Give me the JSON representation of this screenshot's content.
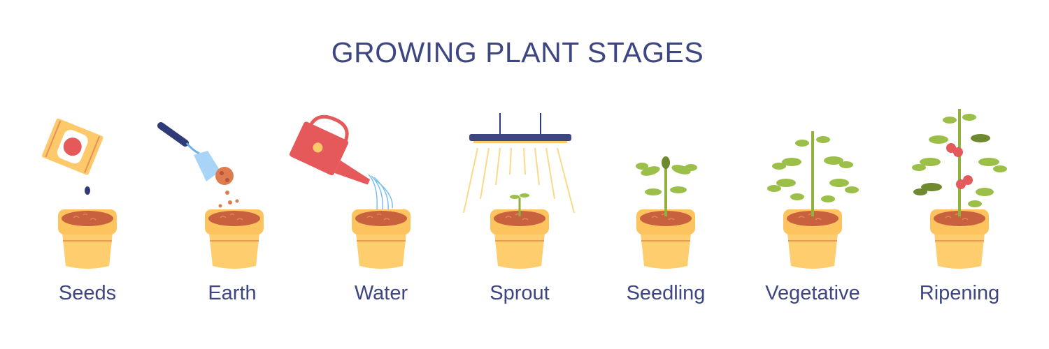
{
  "title": "GROWING PLANT STAGES",
  "stages": [
    {
      "label": "Seeds",
      "icon": "seed-packet-icon"
    },
    {
      "label": "Earth",
      "icon": "trowel-icon"
    },
    {
      "label": "Water",
      "icon": "watering-can-icon"
    },
    {
      "label": "Sprout",
      "icon": "grow-lamp-icon"
    },
    {
      "label": "Seedling",
      "icon": "seedling-icon"
    },
    {
      "label": "Vegetative",
      "icon": "vegetative-plant-icon"
    },
    {
      "label": "Ripening",
      "icon": "tomato-plant-icon"
    }
  ],
  "colors": {
    "text": "#3d4680",
    "pot": "#fecd6e",
    "soil": "#c8623e",
    "leaf": "#9cbf4a",
    "red": "#e5595a"
  }
}
